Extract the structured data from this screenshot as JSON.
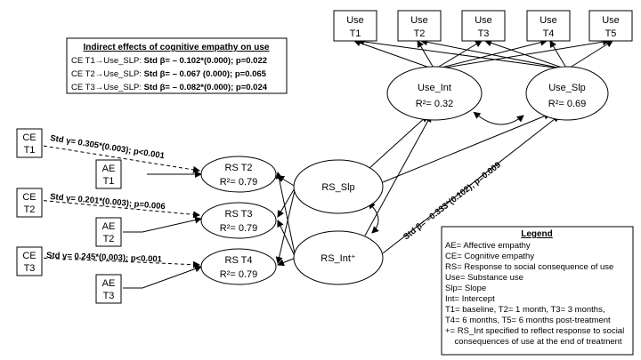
{
  "use_nodes": [
    {
      "id": "use-t1",
      "line1": "Use",
      "line2": "T1"
    },
    {
      "id": "use-t2",
      "line1": "Use",
      "line2": "T2"
    },
    {
      "id": "use-t3",
      "line1": "Use",
      "line2": "T3"
    },
    {
      "id": "use-t4",
      "line1": "Use",
      "line2": "T4"
    },
    {
      "id": "use-t5",
      "line1": "Use",
      "line2": "T5"
    }
  ],
  "use_int": {
    "name": "Use_Int",
    "r2": "R²= 0.32"
  },
  "use_slp": {
    "name": "Use_Slp",
    "r2": "R²= 0.69"
  },
  "rs_nodes": [
    {
      "name": "RS T2",
      "r2": "R²= 0.79"
    },
    {
      "name": "RS T3",
      "r2": "R²= 0.79"
    },
    {
      "name": "RS T4",
      "r2": "R²= 0.79"
    }
  ],
  "rs_slp": {
    "name": "RS_Slp"
  },
  "rs_int": {
    "name": "RS_Int⁺"
  },
  "ce_nodes": [
    {
      "line1": "CE",
      "line2": "T1"
    },
    {
      "line1": "CE",
      "line2": "T2"
    },
    {
      "line1": "CE",
      "line2": "T3"
    }
  ],
  "ae_nodes": [
    {
      "line1": "AE",
      "line2": "T1"
    },
    {
      "line1": "AE",
      "line2": "T2"
    },
    {
      "line1": "AE",
      "line2": "T3"
    }
  ],
  "path_labels": [
    "Std γ= 0.305*(0.003); p<0.001",
    "Std γ= 0.201*(0.003); p=0.006",
    "Std γ= 0.245*(0.003); p<0.001",
    "Std β= –0.333*(0.102); p=0.009"
  ],
  "indirect_box": {
    "title": "Indirect effects of cognitive empathy on use",
    "rows": [
      {
        "prefix": "CE T1→Use_SLP: ",
        "bold": "Std β= – 0.102*(0.000); p=0.022"
      },
      {
        "prefix": "CE T2→Use_SLP: ",
        "bold": "Std β= – 0.067  (0.000); p=0.065"
      },
      {
        "prefix": "CE T3→Use_SLP: ",
        "bold": "Std β= – 0.082*(0.000); p=0.024"
      }
    ]
  },
  "legend": {
    "title": "Legend",
    "lines": [
      "AE= Affective empathy",
      "CE= Cognitive empathy",
      "RS= Response to social consequence of use",
      "Use= Substance use",
      "Slp= Slope",
      "Int= Intercept",
      "T1= baseline, T2= 1 month, T3= 3 months,",
      "T4= 6 months, T5= 6 months post-treatment",
      "+= RS_Int specified to reflect response to social",
      "    consequences of use at the end of treatment"
    ]
  }
}
